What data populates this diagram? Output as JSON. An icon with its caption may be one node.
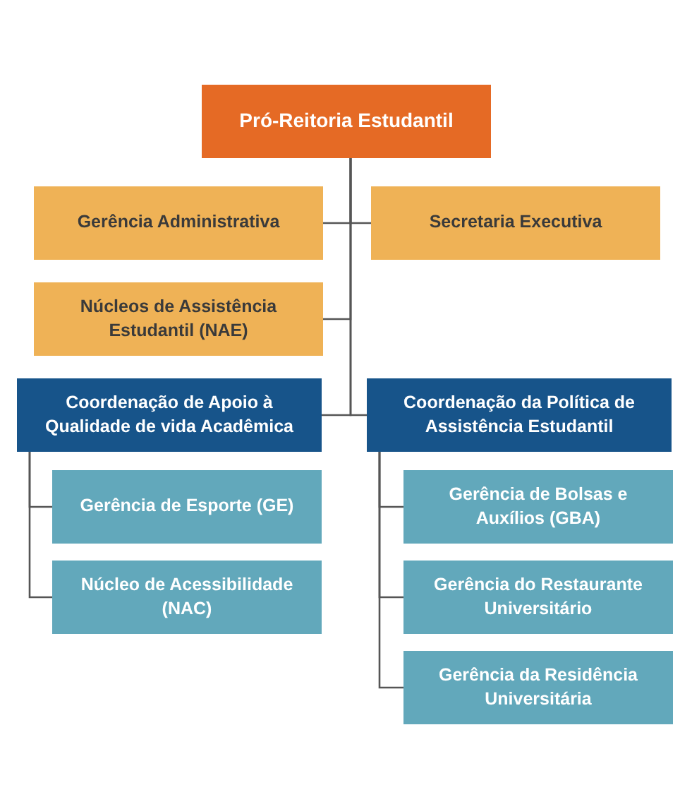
{
  "diagram": {
    "nodes": [
      {
        "text": [
          "Pró-Reitoria Estudantil"
        ]
      },
      {
        "text": [
          "Gerência Administrativa"
        ]
      },
      {
        "text": [
          "Secretaria Executiva"
        ]
      },
      {
        "text": [
          "Núcleos de Assistência Estudantil (NAE)"
        ]
      },
      {
        "text": [
          "Coordenação de Apoio à Qualidade de vida Acadêmica"
        ]
      },
      {
        "text": [
          "Coordenação da Política de Assistência Estudantil"
        ]
      },
      {
        "text": [
          "Gerência de Esporte (GE)"
        ]
      },
      {
        "text": [
          "Núcleo de Acessibilidade (NAC)"
        ]
      },
      {
        "text": [
          "Gerência de Bolsas e Auxílios (GBA)"
        ]
      },
      {
        "text": [
          "Gerência do Restaurante Universitário"
        ]
      },
      {
        "text": [
          "Gerência da Residência Universitária"
        ]
      }
    ],
    "edges": [
      {
        "from": 0,
        "to": 1,
        "arrow": "none"
      },
      {
        "from": 0,
        "to": 2,
        "arrow": "none"
      },
      {
        "from": 0,
        "to": 3,
        "arrow": "none"
      },
      {
        "from": 0,
        "to": 4,
        "arrow": "none"
      },
      {
        "from": 0,
        "to": 5,
        "arrow": "none"
      },
      {
        "from": 4,
        "to": 6,
        "arrow": "none"
      },
      {
        "from": 4,
        "to": 7,
        "arrow": "none"
      },
      {
        "from": 5,
        "to": 8,
        "arrow": "none"
      },
      {
        "from": 5,
        "to": 9,
        "arrow": "none"
      },
      {
        "from": 5,
        "to": 10,
        "arrow": "none"
      }
    ]
  }
}
